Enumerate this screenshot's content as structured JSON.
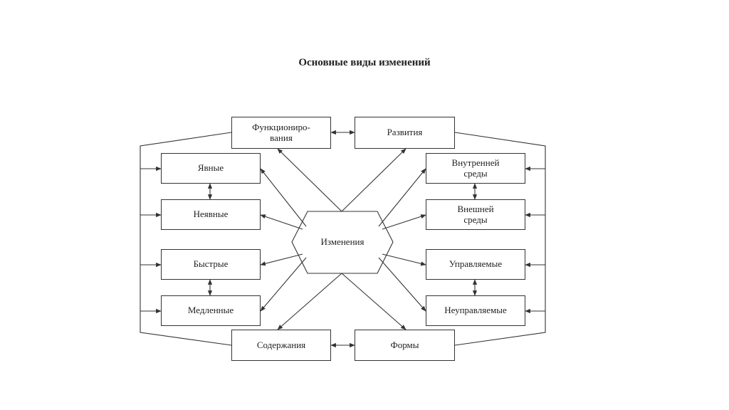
{
  "title": "Основные виды изменений",
  "center": "Изменения",
  "boxes": {
    "funktsionirovaniya": "Функциониро-\nвания",
    "razvitiya": "Развития",
    "yavnye": "Явные",
    "neyavnye": "Неявные",
    "bystrye": "Быстрые",
    "medlennye": "Медленные",
    "vnutrenney": "Внутренней\nсреды",
    "vneshney": "Внешней\nсреды",
    "upravlyaemye": "Управляемые",
    "neupravlyaemye": "Неуправляемые",
    "soderzhaniya": "Содержания",
    "formy": "Формы"
  }
}
